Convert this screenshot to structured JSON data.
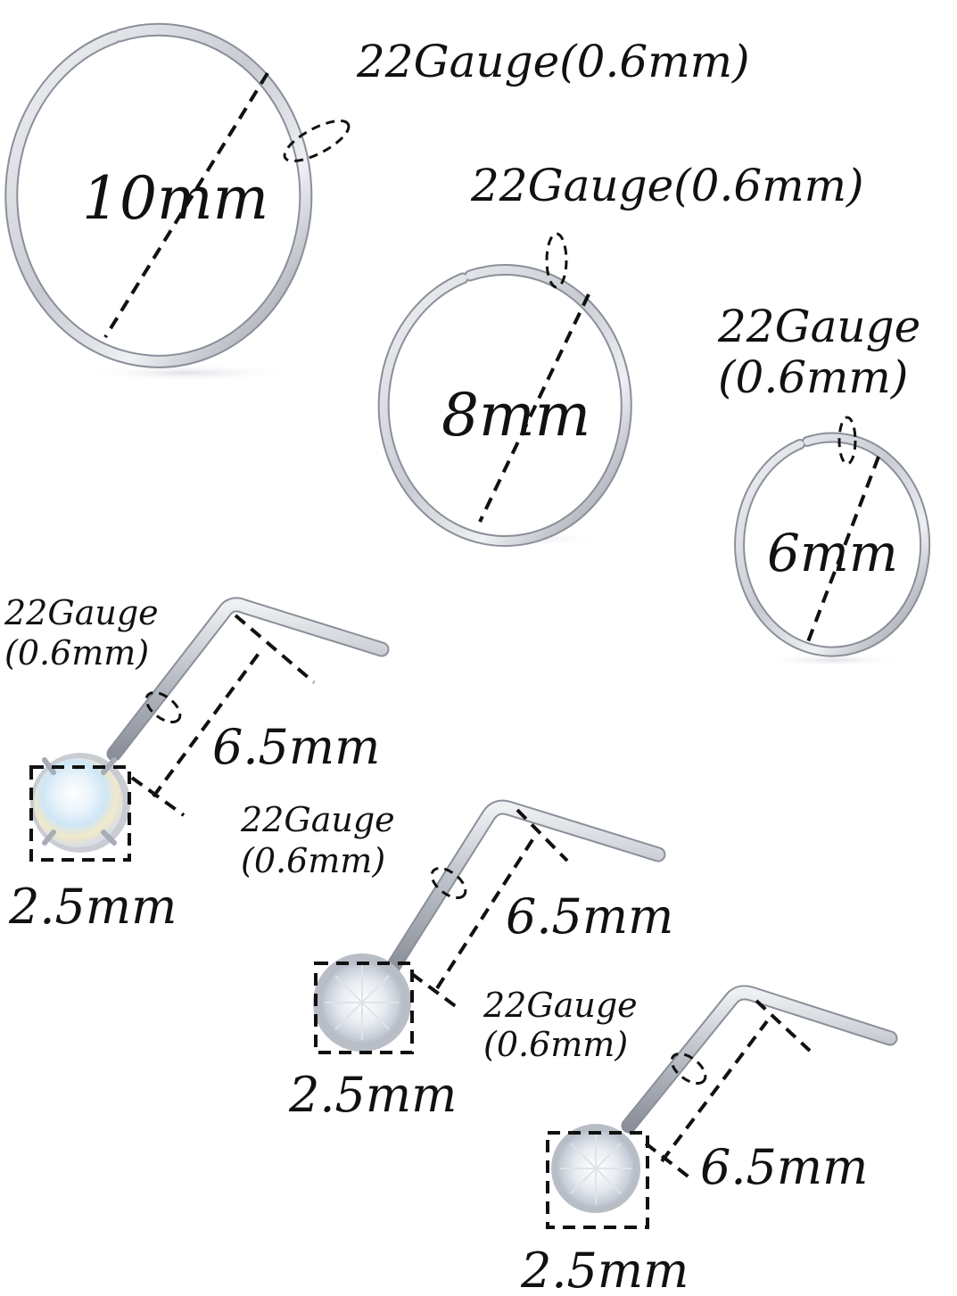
{
  "colors": {
    "background": "#ffffff",
    "metal_light": "#f4f5f8",
    "metal_mid": "#c9ccd3",
    "metal_dark": "#8a8f99",
    "ink": "#111111"
  },
  "rings": [
    {
      "gauge_line1": "22Gauge(0.6mm)",
      "gauge_line2": "",
      "diameter": "10mm"
    },
    {
      "gauge_line1": "22Gauge(0.6mm)",
      "gauge_line2": "",
      "diameter": "8mm"
    },
    {
      "gauge_line1": "22Gauge",
      "gauge_line2": "(0.6mm)",
      "diameter": "6mm"
    }
  ],
  "studs": [
    {
      "gemstone": "opal",
      "gauge_line1": "22Gauge",
      "gauge_line2": "(0.6mm)",
      "length": "6.5mm",
      "head_size": "2.5mm"
    },
    {
      "gemstone": "clear crystal (bezel)",
      "gauge_line1": "22Gauge",
      "gauge_line2": "(0.6mm)",
      "length": "6.5mm",
      "head_size": "2.5mm"
    },
    {
      "gemstone": "clear crystal (prong)",
      "gauge_line1": "22Gauge",
      "gauge_line2": "(0.6mm)",
      "length": "6.5mm",
      "head_size": "2.5mm"
    }
  ]
}
